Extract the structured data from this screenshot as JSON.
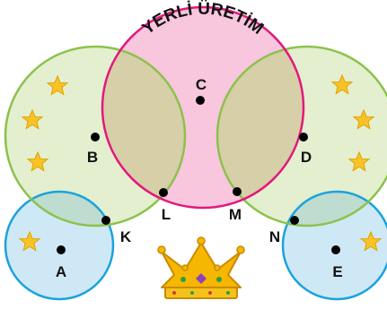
{
  "title": "YERLİ ÜRETİM",
  "points": {
    "A": "A",
    "B": "B",
    "C": "C",
    "D": "D",
    "E": "E",
    "K": "K",
    "L": "L",
    "M": "M",
    "N": "N"
  },
  "colors": {
    "pink_fill": "#f8c6dd",
    "pink_stroke": "#e2197c",
    "green_fill": "#e3efcf",
    "green_stroke": "#8cc24a",
    "blue_fill": "#cfe8f6",
    "blue_stroke": "#1aa3dd",
    "overlap_fill": "#d6cfa8",
    "overlap_blue_green": "#bfdcd0",
    "star": "#f7c327",
    "crown": "#f5b700"
  },
  "icons": [
    "star-icon",
    "crown-icon"
  ]
}
